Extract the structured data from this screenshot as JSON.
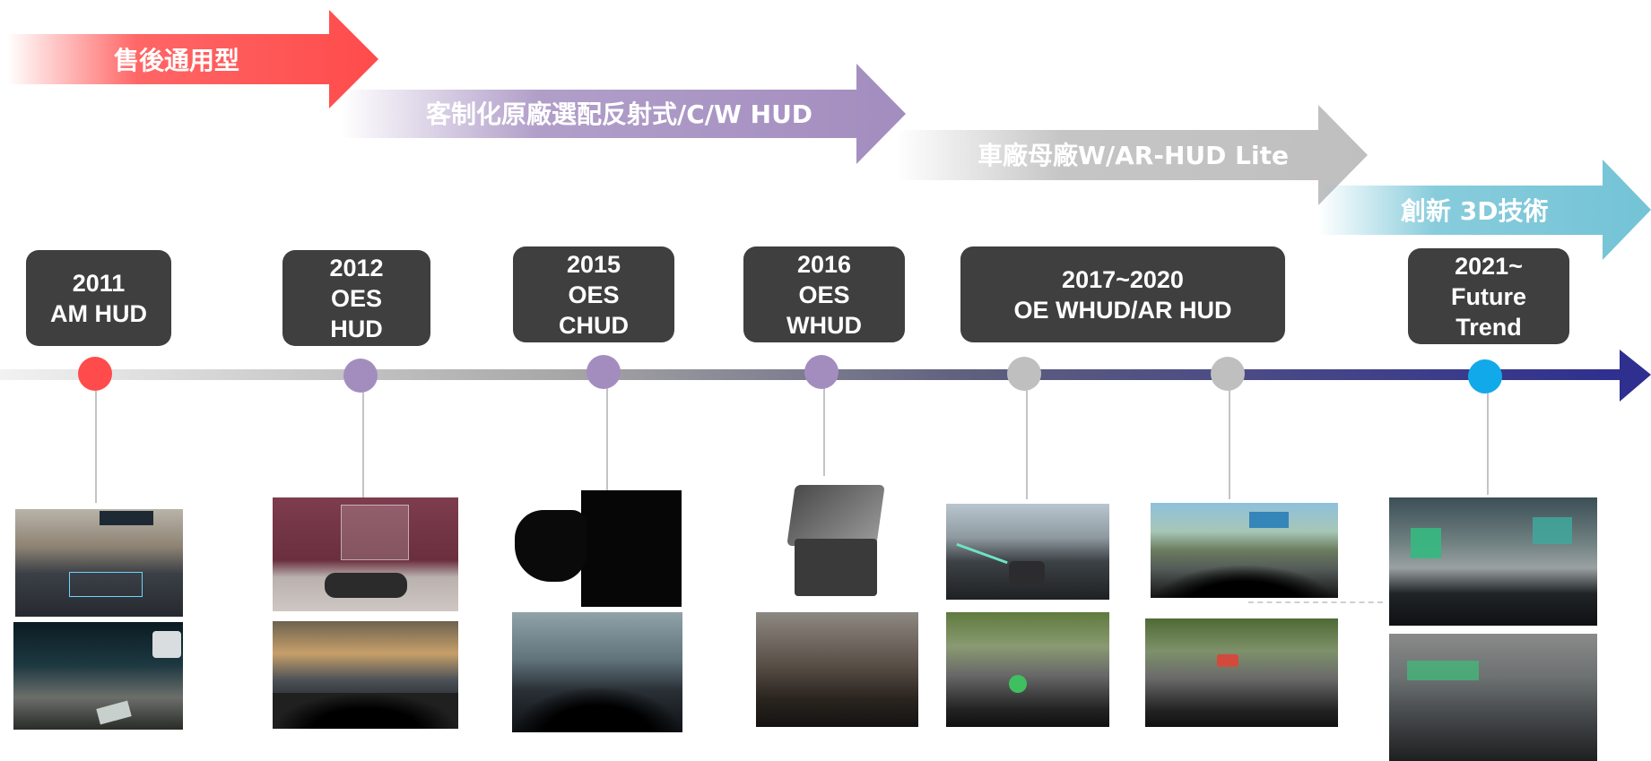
{
  "colors": {
    "red": "#ff4b4b",
    "purple": "#a38dbf",
    "gray": "#bfbfbf",
    "cyan": "#73c3d6",
    "milestone_box": "#3f3f3f",
    "timeline_end": "#2e2f8f",
    "dot_blue": "#12a9ea"
  },
  "phases": [
    {
      "label": "售後通用型",
      "color": "red"
    },
    {
      "label": "客制化原廠選配反射式/C/W HUD",
      "color": "purple"
    },
    {
      "label": "車廠母廠W/AR-HUD Lite",
      "color": "gray"
    },
    {
      "label": "創新 3D技術",
      "color": "cyan"
    }
  ],
  "milestones": [
    {
      "lines": [
        "2011",
        "AM HUD"
      ]
    },
    {
      "lines": [
        "2012",
        "OES",
        "HUD"
      ]
    },
    {
      "lines": [
        "2015",
        "OES",
        "CHUD"
      ]
    },
    {
      "lines": [
        "2016",
        "OES",
        "WHUD"
      ]
    },
    {
      "lines": [
        "2017~2020",
        "OE WHUD/AR HUD"
      ]
    },
    {
      "lines": [
        "2021~",
        "Future",
        "Trend"
      ]
    }
  ],
  "timeline_dots": [
    {
      "color": "red"
    },
    {
      "color": "purple"
    },
    {
      "color": "purple"
    },
    {
      "color": "purple"
    },
    {
      "color": "gray"
    },
    {
      "color": "gray"
    },
    {
      "color": "dot_blue"
    }
  ],
  "photos": [
    {
      "name": "photo-2011-city-ar"
    },
    {
      "name": "photo-2011-road-display"
    },
    {
      "name": "photo-2012-hud-device"
    },
    {
      "name": "photo-2012-dashboard-hud"
    },
    {
      "name": "photo-2015-combiner-dark"
    },
    {
      "name": "photo-2015-windscreen"
    },
    {
      "name": "photo-2016-whud-unit"
    },
    {
      "name": "photo-2016-interior"
    },
    {
      "name": "photo-2017-ar-highway"
    },
    {
      "name": "photo-2017-ar-navigation"
    },
    {
      "name": "photo-2017-ar-hud-sign"
    },
    {
      "name": "photo-2017-ar-lane"
    },
    {
      "name": "photo-2021-3d-crosswalk"
    },
    {
      "name": "photo-2021-3d-cockpit"
    }
  ]
}
